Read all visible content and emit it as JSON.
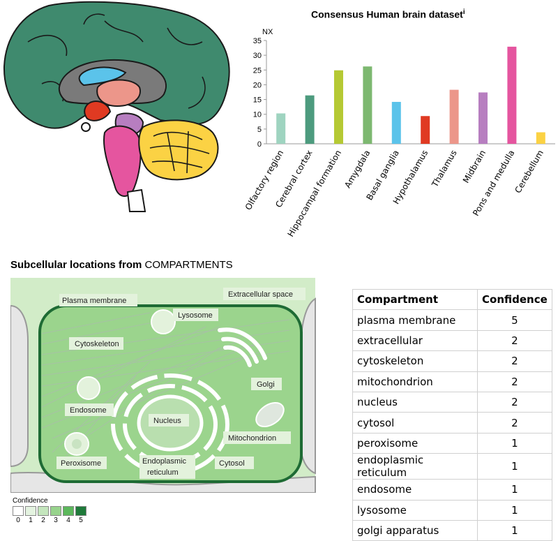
{
  "chart_data": {
    "type": "bar",
    "title": "Consensus Human brain dataset",
    "title_superscript": "i",
    "ylabel": "NX",
    "ylim": [
      0,
      35
    ],
    "yticks": [
      0,
      5,
      10,
      15,
      20,
      25,
      30,
      35
    ],
    "categories": [
      "Olfactory region",
      "Cerebral cortex",
      "Hippocampal formation",
      "Amygdala",
      "Basal ganglia",
      "Hypothalamus",
      "Thalamus",
      "Midbrain",
      "Pons and medulla",
      "Cerebellum"
    ],
    "values": [
      10.3,
      16.4,
      24.9,
      26.2,
      14.2,
      9.4,
      18.3,
      17.4,
      32.9,
      3.9
    ],
    "colors": [
      "#9fd4c0",
      "#4d9b7e",
      "#b5c934",
      "#7db870",
      "#5bc3ea",
      "#e03a22",
      "#ec968a",
      "#b77ec0",
      "#e5559f",
      "#fbd244"
    ],
    "grid": false
  },
  "subcellular": {
    "title_bold": "Subcellular locations from",
    "title_rest": " COMPARTMENTS",
    "labels": {
      "plasma_membrane": "Plasma membrane",
      "extracellular": "Extracellular space",
      "lysosome": "Lysosome",
      "cytoskeleton": "Cytoskeleton",
      "golgi": "Golgi",
      "endosome": "Endosome",
      "nucleus": "Nucleus",
      "mitochondrion": "Mitochondrion",
      "peroxisome": "Peroxisome",
      "er_line1": "Endoplasmic",
      "er_line2": "reticulum",
      "cytosol": "Cytosol"
    },
    "legend_title": "Confidence",
    "legend_levels": [
      "0",
      "1",
      "2",
      "3",
      "4",
      "5"
    ],
    "legend_colors": [
      "#ffffff",
      "#e4f3e0",
      "#c4e6bd",
      "#97d38c",
      "#5cb85c",
      "#1f7a3a"
    ]
  },
  "table": {
    "headers": [
      "Compartment",
      "Confidence"
    ],
    "rows": [
      {
        "name": "plasma membrane",
        "confidence": "5"
      },
      {
        "name": "extracellular",
        "confidence": "2"
      },
      {
        "name": "cytoskeleton",
        "confidence": "2"
      },
      {
        "name": "mitochondrion",
        "confidence": "2"
      },
      {
        "name": "nucleus",
        "confidence": "2"
      },
      {
        "name": "cytosol",
        "confidence": "2"
      },
      {
        "name": "peroxisome",
        "confidence": "1"
      },
      {
        "name": "endoplasmic reticulum",
        "confidence": "1"
      },
      {
        "name": "endosome",
        "confidence": "1"
      },
      {
        "name": "lysosome",
        "confidence": "1"
      },
      {
        "name": "golgi apparatus",
        "confidence": "1"
      }
    ]
  }
}
